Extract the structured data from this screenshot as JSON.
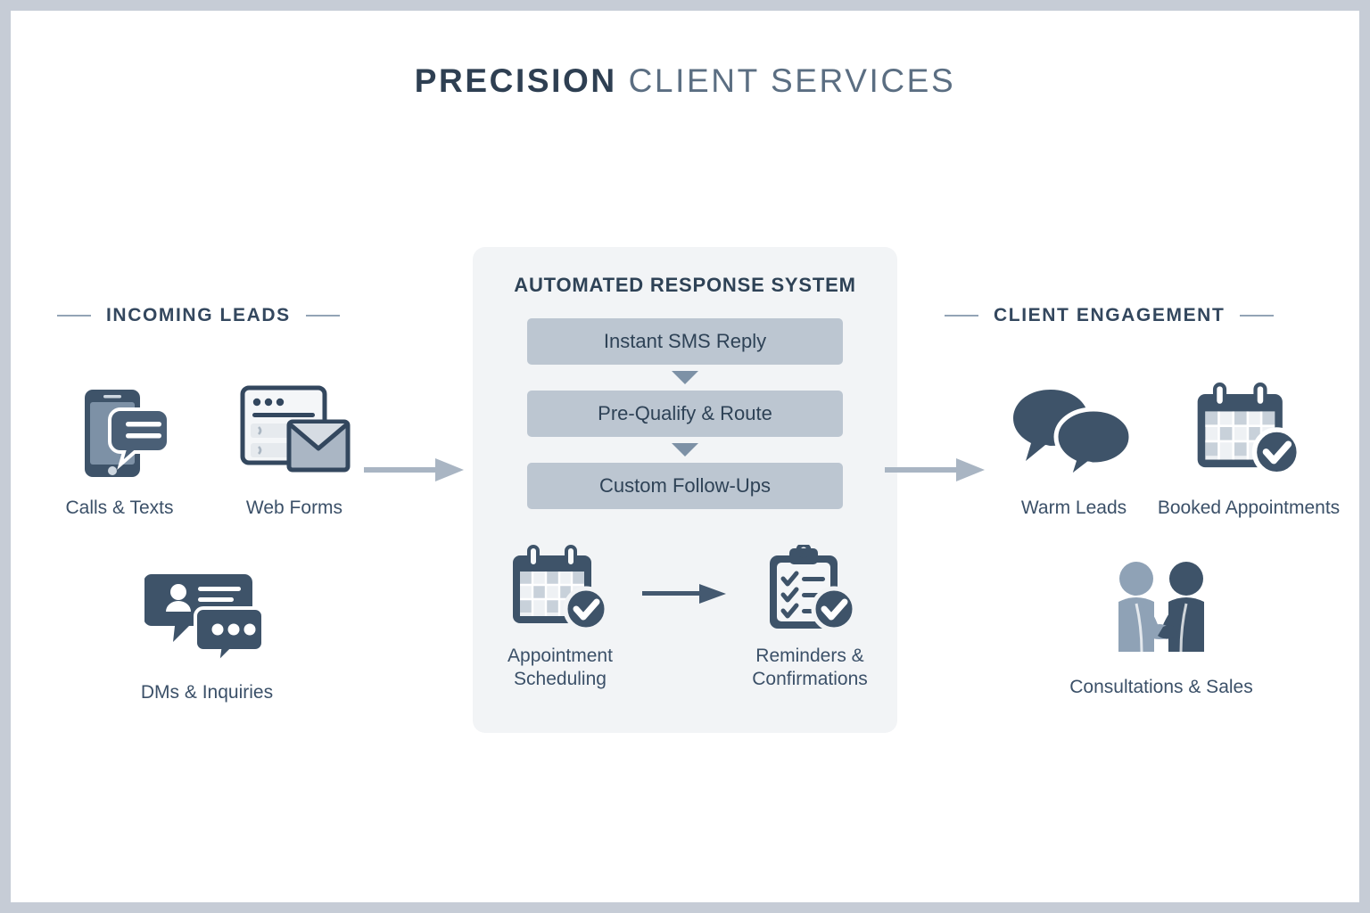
{
  "title": {
    "strong": "PRECISION",
    "light": "CLIENT SERVICES"
  },
  "colors": {
    "navy": "#3b5068",
    "dark_navy": "#2e4256",
    "slate": "#5b6e82",
    "light_slate": "#8a9cb0",
    "box_fill": "#bcc6d1",
    "panel_bg": "#f2f4f6",
    "arrow": "#93a4b6",
    "frame": "#c6ccd6",
    "canvas": "#ffffff"
  },
  "sections": {
    "incoming": {
      "label": "INCOMING LEADS"
    },
    "engagement": {
      "label": "CLIENT ENGAGEMENT"
    }
  },
  "incoming_items": [
    {
      "label": "Calls & Texts",
      "icon": "smartphone-message-icon"
    },
    {
      "label": "Web Forms",
      "icon": "browser-envelope-icon"
    },
    {
      "label": "DMs & Inquiries",
      "icon": "chat-bubbles-icon"
    }
  ],
  "panel": {
    "title": "AUTOMATED RESPONSE SYSTEM",
    "steps": [
      {
        "label": "Instant SMS Reply"
      },
      {
        "label": "Pre-Qualify & Route"
      },
      {
        "label": "Custom Follow-Ups"
      }
    ],
    "bottom_items": [
      {
        "label_line1": "Appointment",
        "label_line2": "Scheduling",
        "icon": "calendar-check-icon"
      },
      {
        "label_line1": "Reminders &",
        "label_line2": "Confirmations",
        "icon": "clipboard-check-icon"
      }
    ],
    "bottom_arrow": "arrow-right-icon"
  },
  "engagement_items": [
    {
      "label": "Warm Leads",
      "icon": "speech-bubbles-icon"
    },
    {
      "label": "Booked Appointments",
      "icon": "calendar-check-icon"
    },
    {
      "label": "Consultations & Sales",
      "icon": "handshake-icon"
    }
  ],
  "connectors": [
    {
      "name": "arrow-leads-to-system",
      "icon": "arrow-right-icon"
    },
    {
      "name": "arrow-system-to-engagement",
      "icon": "arrow-right-icon"
    }
  ]
}
